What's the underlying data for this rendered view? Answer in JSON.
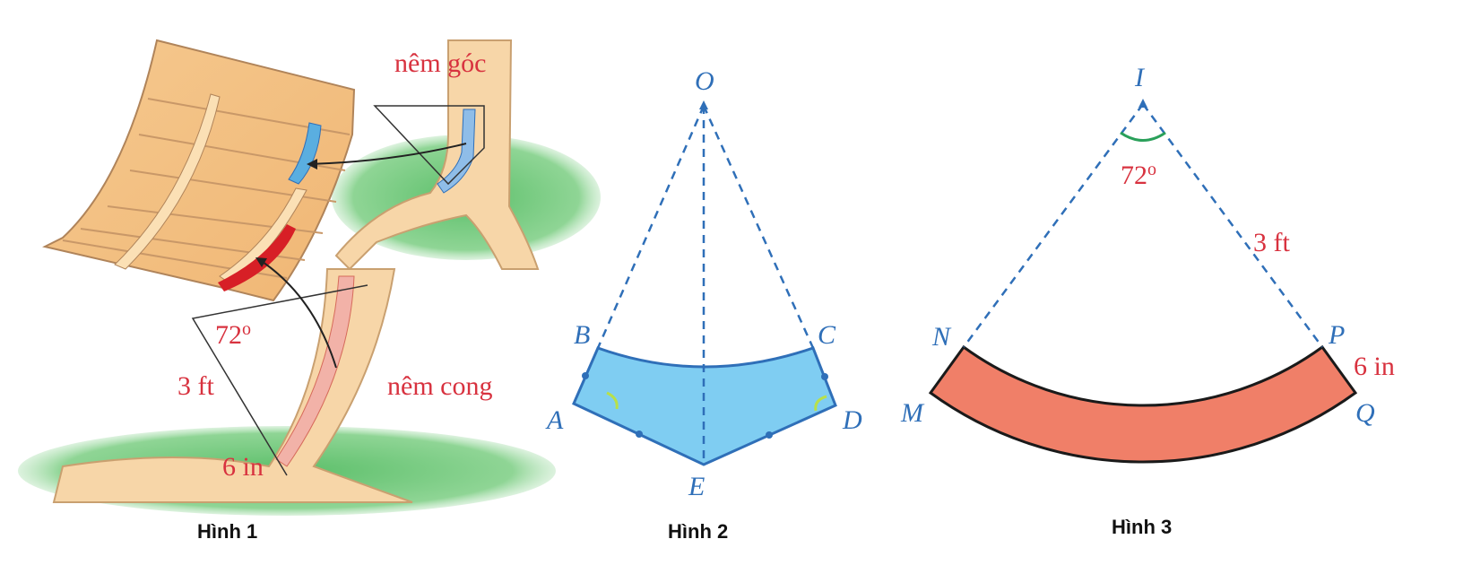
{
  "figure1": {
    "caption": "Hình 1",
    "label_corner_wedge": "nêm góc",
    "label_curved_wedge": "nêm cong",
    "angle": "72",
    "angle_unit": "o",
    "radius": "3 ft",
    "width": "6 in"
  },
  "figure2": {
    "caption": "Hình 2",
    "points": {
      "O": "O",
      "A": "A",
      "B": "B",
      "C": "C",
      "D": "D",
      "E": "E"
    }
  },
  "figure3": {
    "caption": "Hình 3",
    "points": {
      "I": "I",
      "M": "M",
      "N": "N",
      "P": "P",
      "Q": "Q"
    },
    "angle": "72",
    "angle_unit": "o",
    "radius": "3 ft",
    "width": "6 in"
  },
  "colors": {
    "label_red": "#d8323f",
    "label_blue": "#2f6fb8",
    "fig2_fill": "#7fcdf2",
    "fig3_fill": "#f07f68",
    "wood": "#f7d29e",
    "grass": "#5cbf6a"
  }
}
